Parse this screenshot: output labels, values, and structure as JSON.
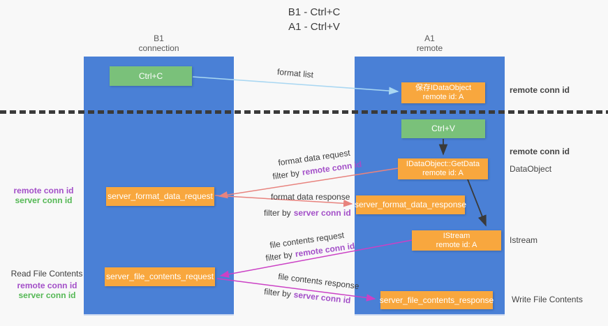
{
  "colors": {
    "background": "#f8f8f8",
    "lifeline_blue": "#4a80d6",
    "node_orange": "#f8a73e",
    "action_green": "#7ac17a",
    "arrow_salmon": "#e8837e",
    "arrow_magenta": "#cb41c5",
    "arrow_lightblue": "#a9d7f2",
    "arrow_black": "#3a3a3a",
    "label_purple": "#a34fc8",
    "label_green": "#55b855",
    "text_dark": "#3c3c3c"
  },
  "title": {
    "line1": "B1 - Ctrl+C",
    "line2": "A1 - Ctrl+V"
  },
  "lifelines": [
    {
      "name": "B1",
      "role": "connection"
    },
    {
      "name": "A1",
      "role": "remote"
    }
  ],
  "nodes": {
    "ctrl_c": {
      "label": "Ctrl+C"
    },
    "ctrl_v": {
      "label": "Ctrl+V"
    },
    "save_idataobject": {
      "line1": "保存IDataObject",
      "line2": "remote id: A"
    },
    "getdata": {
      "line1": "IDataObject::GetData",
      "line2": "remote id: A"
    },
    "istream": {
      "line1": "IStream",
      "line2": "remote id: A"
    },
    "server_format_data_request": {
      "label": "server_format_data_request"
    },
    "server_format_data_response": {
      "label": "server_format_data_response"
    },
    "server_file_contents_request": {
      "label": "server_file_contents_request"
    },
    "server_file_contents_response": {
      "label": "server_file_contents_response"
    }
  },
  "arrows": {
    "format_list": {
      "label": "format list"
    },
    "format_data_request": {
      "label": "format data request",
      "filter_prefix": "filter by",
      "filter_key": "remote conn id"
    },
    "format_data_response": {
      "label": "format data response",
      "filter_prefix": "filter by",
      "filter_key": "server conn id"
    },
    "file_contents_request": {
      "label": "file contents request",
      "filter_prefix": "filter by",
      "filter_key": "remote conn id"
    },
    "file_contents_response": {
      "label": "file contents response",
      "filter_prefix": "filter by",
      "filter_key": "server conn id"
    }
  },
  "annotations": {
    "right_remote_conn_id_top": "remote conn id",
    "right_remote_conn_id_mid": "remote conn id",
    "dataobject": "DataObject",
    "istream": "Istream",
    "write_file_contents": "Write File Contents",
    "read_file_contents": "Read File Contents",
    "left_top": {
      "remote": "remote conn id",
      "server": "server conn id"
    },
    "left_bottom": {
      "remote": "remote conn id",
      "server": "server conn id"
    }
  }
}
